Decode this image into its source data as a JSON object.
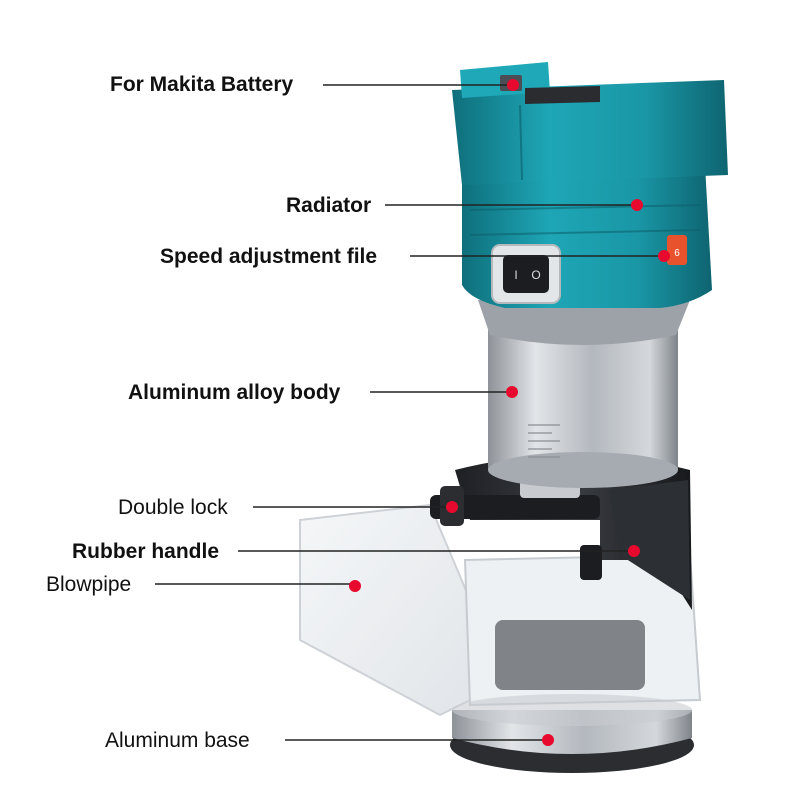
{
  "labels": {
    "battery": "For Makita Battery",
    "radiator": "Radiator",
    "speed": "Speed adjustment file",
    "body": "Aluminum alloy body",
    "lock": "Double lock",
    "handle": "Rubber handle",
    "blowpipe": "Blowpipe",
    "base": "Aluminum base"
  },
  "switch_marks": {
    "off": "I",
    "on": "O"
  },
  "dial_mark": "6",
  "colors": {
    "housing": "#1a97a6",
    "housing_dark": "#12707c",
    "aluminum": "#b9bdc2",
    "rubber": "#2a2c30",
    "marker": "#e8092e",
    "line": "#222222"
  }
}
